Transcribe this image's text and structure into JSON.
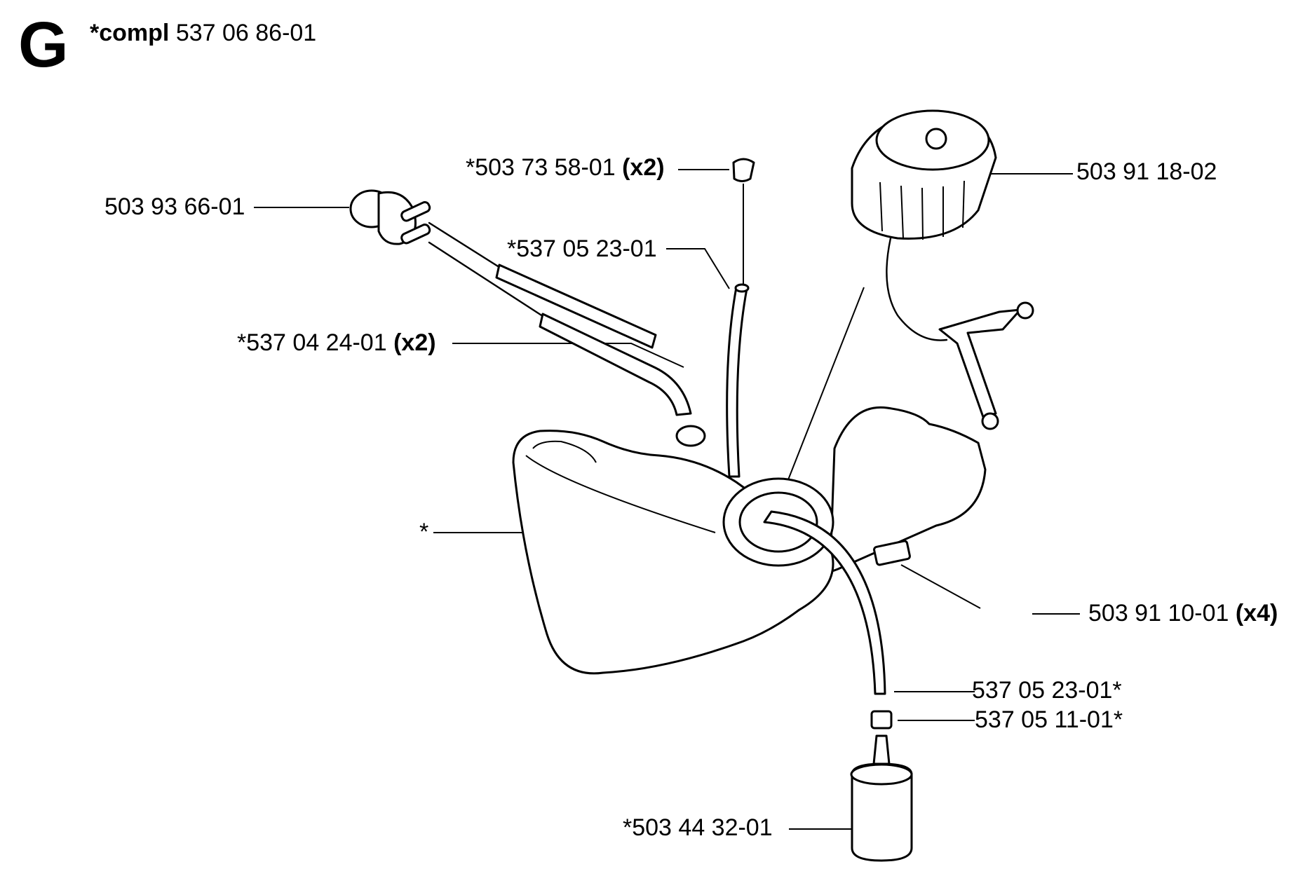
{
  "header": {
    "section_letter": "G",
    "compl_keyword": "*compl",
    "compl_number": "537 06 86-01"
  },
  "labels": {
    "fuel_filler_cap": {
      "number": "503 91 18-02",
      "qty": ""
    },
    "check_valve": {
      "number": "*503 73 58-01",
      "qty": "(x2)"
    },
    "primer_bulb": {
      "number": "503 93 66-01",
      "qty": ""
    },
    "vent_hose": {
      "number": "*537 05 23-01",
      "qty": ""
    },
    "primer_hoses": {
      "number": "*537 04 24-01",
      "qty": "(x2)"
    },
    "fuel_tank": {
      "number": "*",
      "qty": ""
    },
    "rubber_buffer": {
      "number": "503 91 10-01",
      "qty": "(x4)"
    },
    "fuel_hose": {
      "number": "537 05 23-01*",
      "qty": ""
    },
    "hose_coupling": {
      "number": "537 05 11-01*",
      "qty": ""
    },
    "fuel_filter": {
      "number": "*503 44 32-01",
      "qty": ""
    }
  }
}
